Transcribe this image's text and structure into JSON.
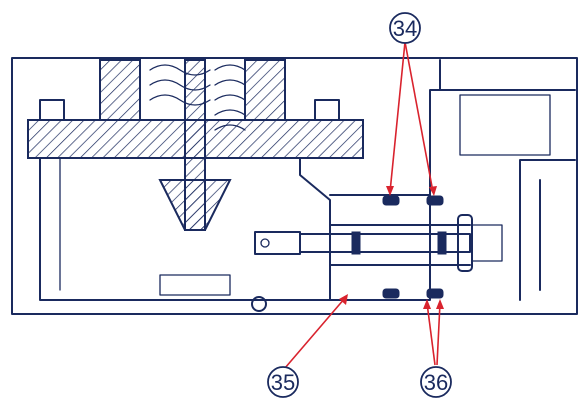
{
  "callouts": [
    {
      "id": "c34",
      "label": "34"
    },
    {
      "id": "c35",
      "label": "35"
    },
    {
      "id": "c36",
      "label": "36"
    }
  ],
  "colors": {
    "ink": "#1a2a5e",
    "leader": "#d9232e",
    "background": "#ffffff"
  }
}
